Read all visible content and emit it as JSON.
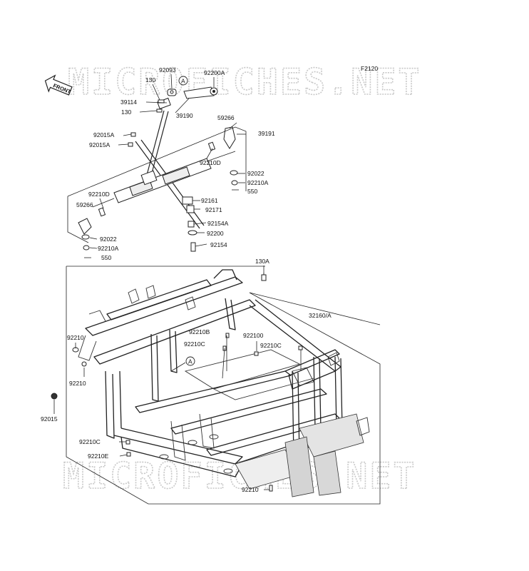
{
  "figure_code": "F2120",
  "front_label": "FRONT",
  "watermark": "MICROFICHES.NET",
  "ref_marker": "A",
  "labels": {
    "p92093": "92093",
    "p92200A": "92200A",
    "p130a": "130",
    "p39114": "39114",
    "p130b": "130",
    "p39190": "39190",
    "p59266a": "59266",
    "p39191": "39191",
    "p92015Aa": "92015A",
    "p92015Ab": "92015A",
    "p92210Da": "92210D",
    "p92022a": "92022",
    "p92210Aa": "92210A",
    "p550a": "550",
    "p92210Db": "92210D",
    "p59266b": "59266",
    "p92161": "92161",
    "p92171": "92171",
    "p92154A": "92154A",
    "p92200": "92200",
    "p92154": "92154",
    "p92022b": "92022",
    "p92210Ab": "92210A",
    "p550b": "550",
    "p130A": "130A",
    "p32160A": "32160/A",
    "p92210a": "92210",
    "p92210B": "92210B",
    "p92210_0": "922100",
    "p92210Ca": "92210C",
    "p92210Cb": "92210C",
    "p92210b": "92210",
    "p92015": "92015",
    "p92210Cc": "92210C",
    "p92210E": "92210E",
    "p92210c": "92210"
  }
}
